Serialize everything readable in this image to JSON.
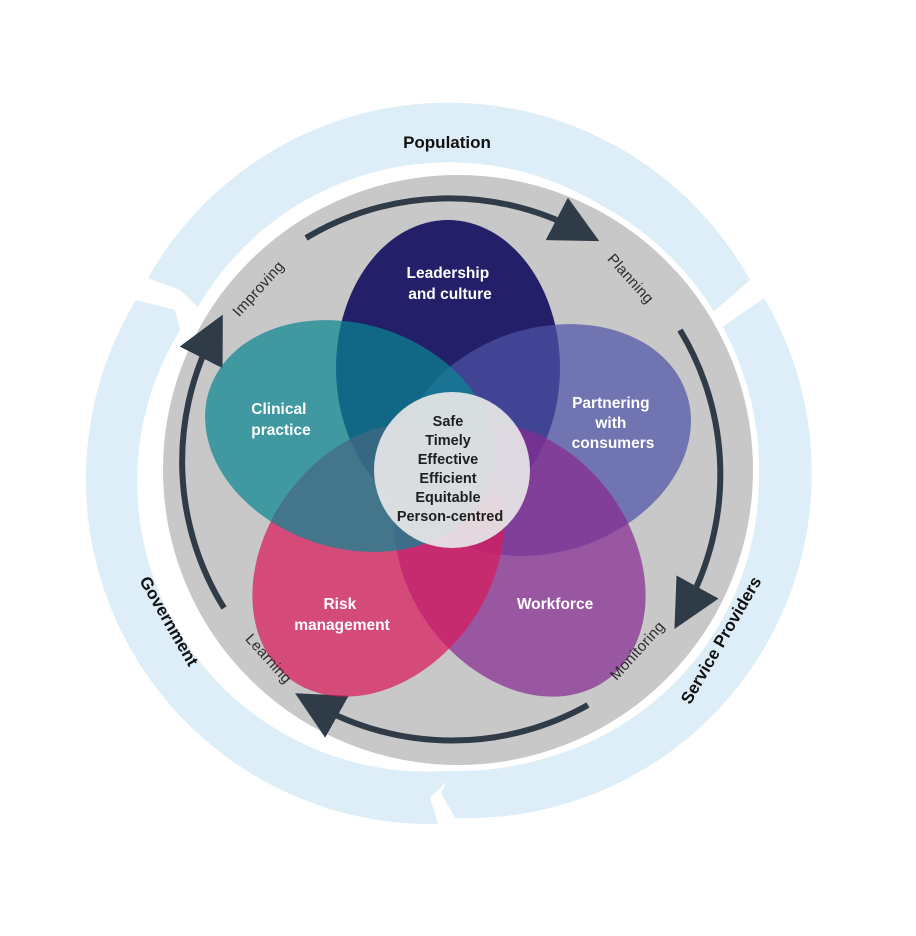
{
  "outer_ring": {
    "segments": [
      "Population",
      "Service Providers",
      "Government"
    ]
  },
  "cycle": {
    "stages": [
      "Planning",
      "Monitoring",
      "Learning",
      "Improving"
    ]
  },
  "petals": {
    "leadership": [
      "Leadership",
      "and culture"
    ],
    "partnering": [
      "Partnering",
      "with",
      "consumers"
    ],
    "workforce": [
      "Workforce"
    ],
    "risk": [
      "Risk",
      "management"
    ],
    "clinical": [
      "Clinical",
      "practice"
    ]
  },
  "center": {
    "dimensions": [
      "Safe",
      "Timely",
      "Effective",
      "Efficient",
      "Equitable",
      "Person-centred"
    ]
  },
  "colors": {
    "outer_ring": "#ddeef8",
    "inner_disc": "#c8c8c8",
    "arrows": "#2f3b47",
    "leadership": "#201c66",
    "partnering": "#4d53a6",
    "workforce": "#882b91",
    "risk": "#d81b5c",
    "clinical": "#0b8591",
    "center": "#e6e6e6"
  }
}
